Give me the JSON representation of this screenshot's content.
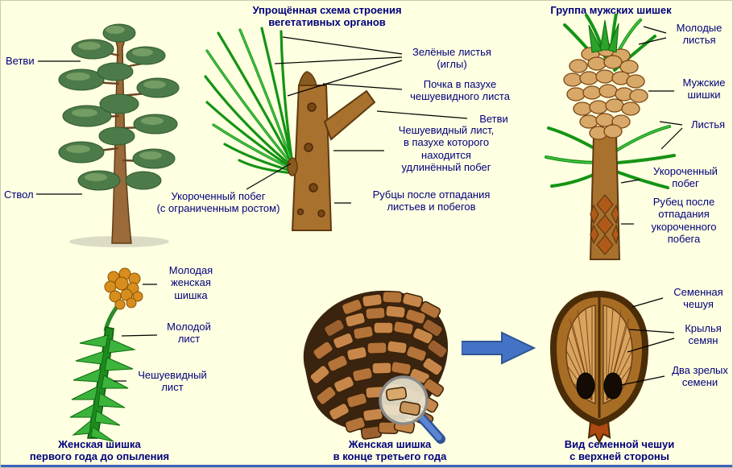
{
  "colors": {
    "background": "#ffffe1",
    "text": "#00007c",
    "leader_line": "#000000",
    "arrow": "#4472c4",
    "bottom_rule": "#3b63b8"
  },
  "tree": {
    "branches": "Ветви",
    "trunk": "Ствол"
  },
  "scheme": {
    "title": [
      "Упрощённая схема строения",
      "вегетативных органов"
    ],
    "green_leaves": [
      "Зелёные листья",
      "(иглы)"
    ],
    "bud": [
      "Почка в пазухе",
      "чешуевидного листа"
    ],
    "branches": "Ветви",
    "scale_leaf": [
      "Чешуевидный лист,",
      "в пазухе которого",
      "находится",
      "удлинённый побег"
    ],
    "scars": [
      "Рубцы после отпадания",
      "листьев и побегов"
    ],
    "short_shoot": [
      "Укороченный побег",
      "(с ограниченным ростом)"
    ]
  },
  "male_cones": {
    "title": "Группа мужских шишек",
    "young_leaves": [
      "Молодые",
      "листья"
    ],
    "cones": [
      "Мужские",
      "шишки"
    ],
    "leaves": "Листья",
    "short_shoot": [
      "Укороченный",
      "побег"
    ],
    "scar": [
      "Рубец после",
      "отпадания",
      "укороченного",
      "побега"
    ]
  },
  "young_female_cone": {
    "cone": [
      "Молодая",
      "женская",
      "шишка"
    ],
    "leaf": [
      "Молодой",
      "лист"
    ],
    "scale_leaf": [
      "Чешуевидный",
      "лист"
    ],
    "caption": [
      "Женская шишка",
      "первого года до опыления"
    ]
  },
  "mature_female_cone": {
    "caption": [
      "Женская шишка",
      "в конце третьего года"
    ]
  },
  "seed_scale": {
    "scale": [
      "Семенная",
      "чешуя"
    ],
    "wings": [
      "Крылья",
      "семян"
    ],
    "seeds": [
      "Два зрелых",
      "семени"
    ],
    "caption": [
      "Вид семенной чешуи",
      "с верхней стороны"
    ]
  }
}
